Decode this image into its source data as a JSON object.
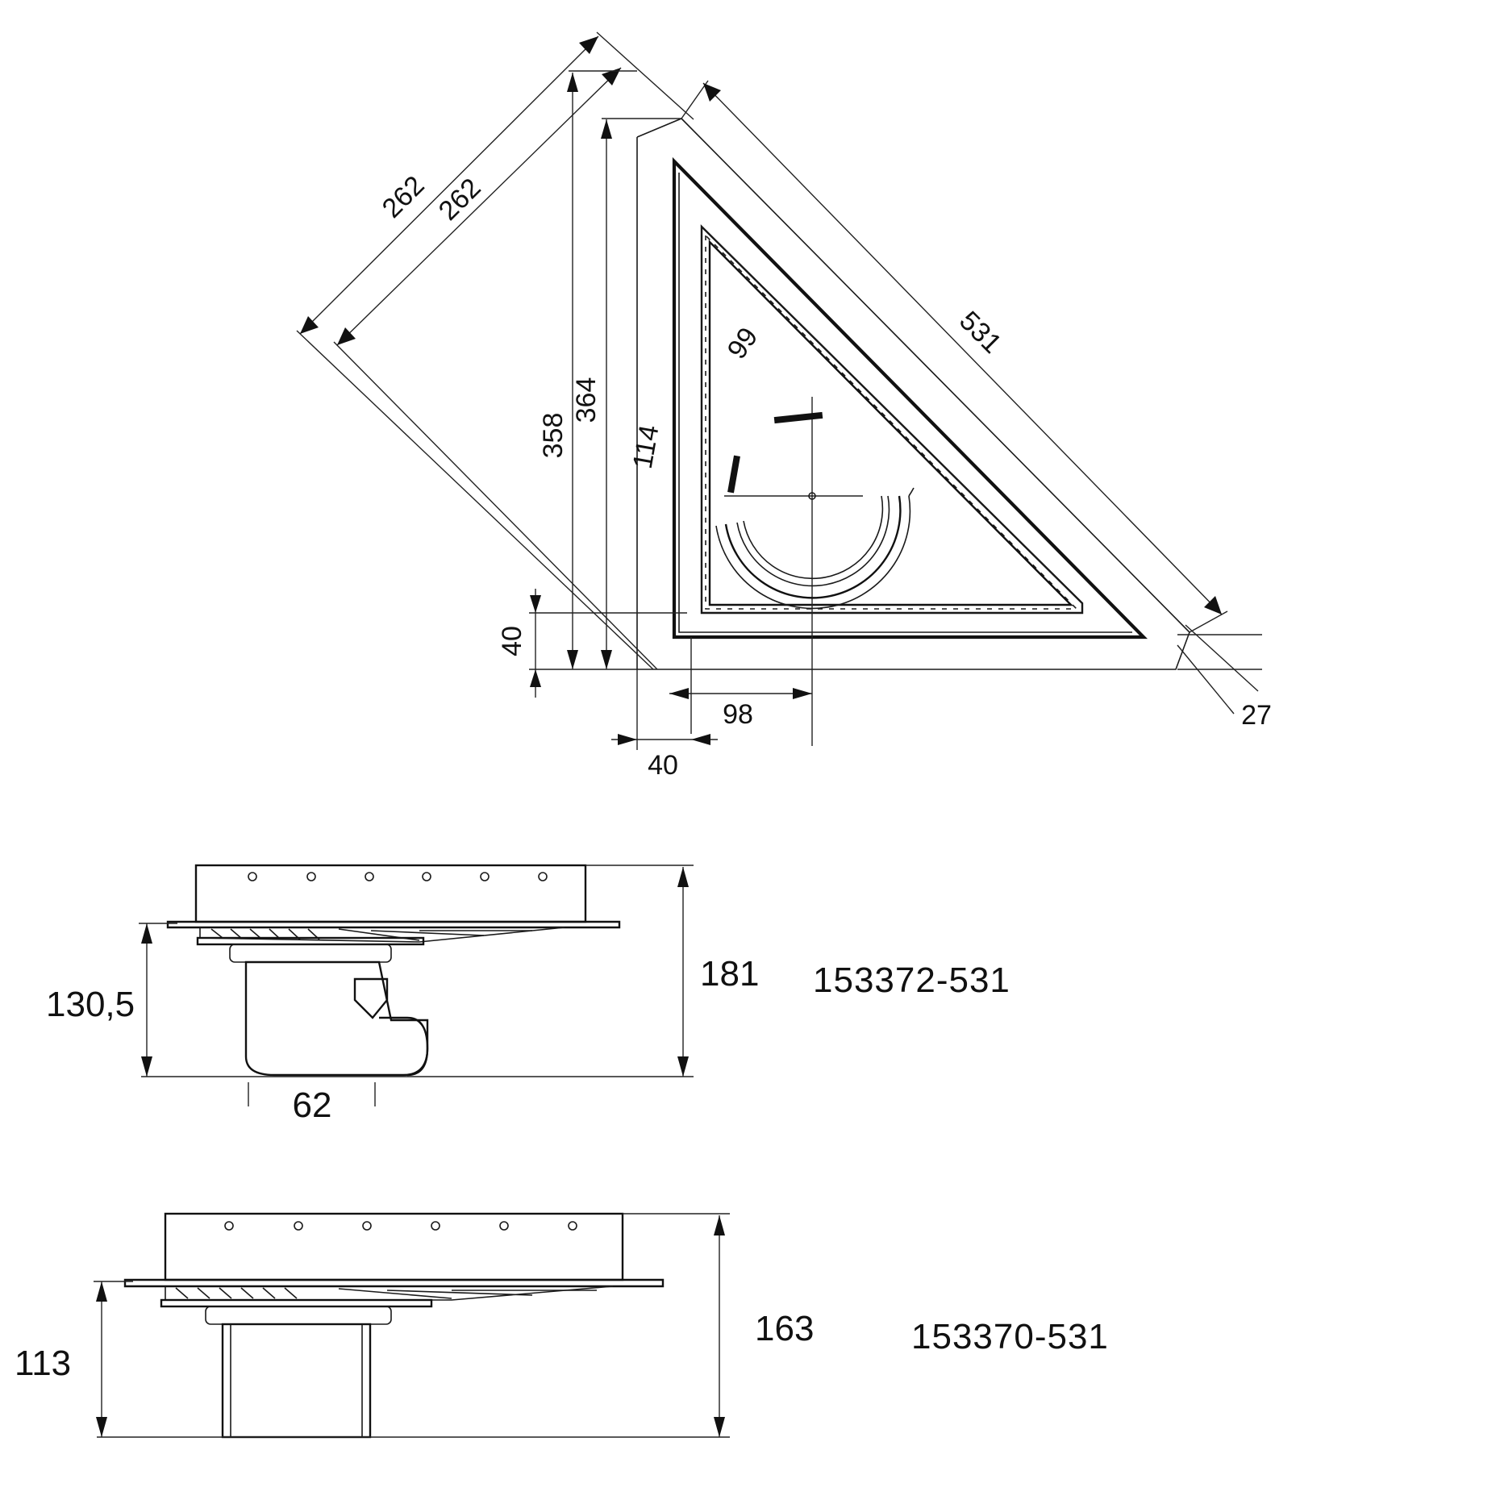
{
  "plan_view": {
    "dimensions": {
      "d262_outer": "262",
      "d262_inner": "262",
      "d531": "531",
      "d358": "358",
      "d364": "364",
      "d114": "114",
      "d99": "99",
      "d40_left": "40",
      "d98": "98",
      "d40_bottom": "40",
      "d27": "27"
    }
  },
  "side_view_1": {
    "dim_height_total": "181",
    "dim_height_body": "130,5",
    "dim_width_outlet": "62",
    "article_number": "153372-531"
  },
  "side_view_2": {
    "dim_height_total": "163",
    "dim_height_body": "113",
    "article_number": "153370-531"
  }
}
